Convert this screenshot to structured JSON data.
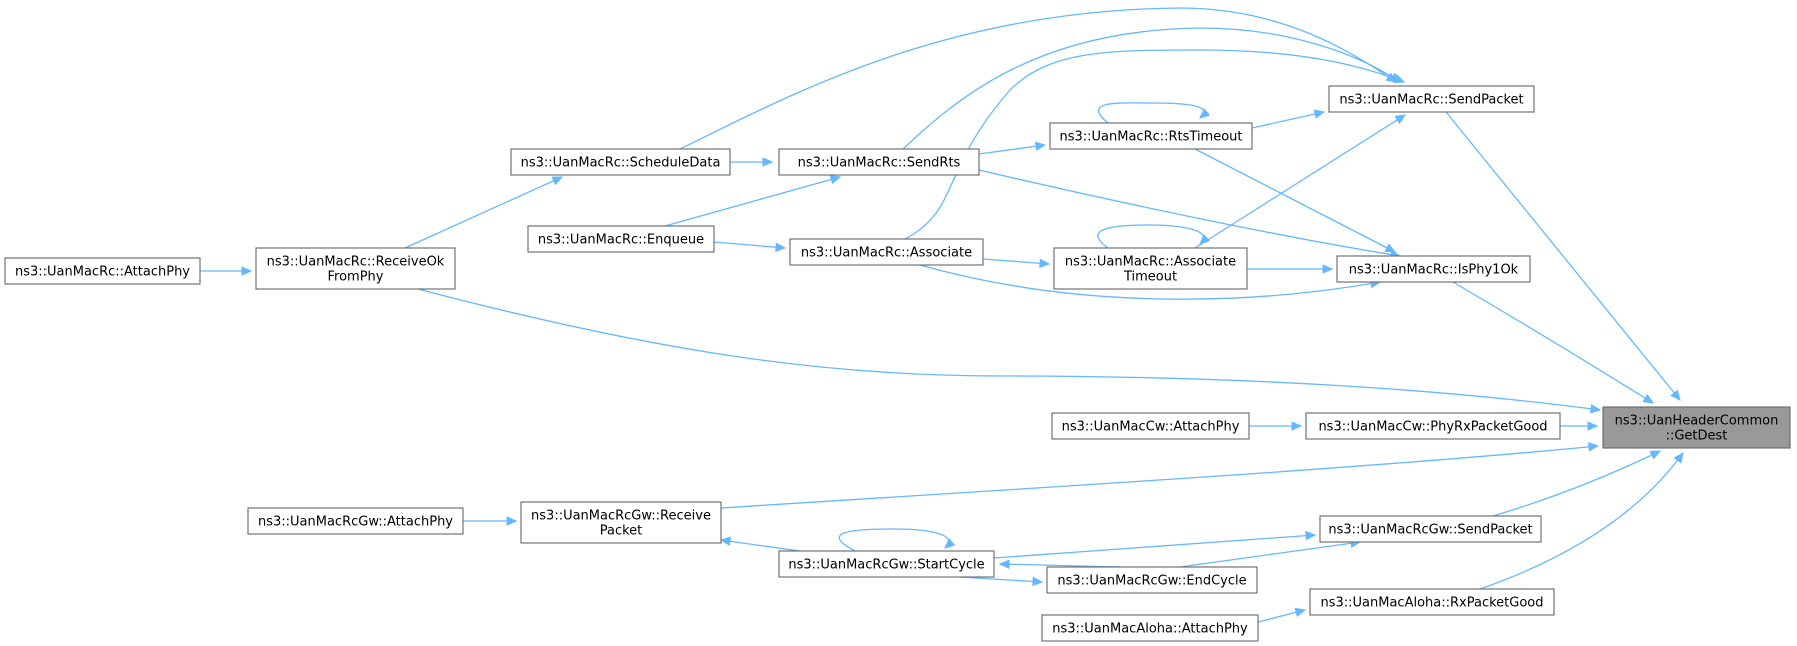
{
  "diagram": {
    "nodes": [
      {
        "id": "getdest",
        "lines": [
          "ns3::UanHeaderCommon",
          "::GetDest"
        ]
      },
      {
        "id": "sendpacket",
        "lines": [
          "ns3::UanMacRc::SendPacket"
        ]
      },
      {
        "id": "rtstimeout",
        "lines": [
          "ns3::UanMacRc::RtsTimeout"
        ]
      },
      {
        "id": "sendrts",
        "lines": [
          "ns3::UanMacRc::SendRts"
        ]
      },
      {
        "id": "scheduledata",
        "lines": [
          "ns3::UanMacRc::ScheduleData"
        ]
      },
      {
        "id": "enqueue",
        "lines": [
          "ns3::UanMacRc::Enqueue"
        ]
      },
      {
        "id": "associate",
        "lines": [
          "ns3::UanMacRc::Associate"
        ]
      },
      {
        "id": "assoctimeout",
        "lines": [
          "ns3::UanMacRc::Associate",
          "Timeout"
        ]
      },
      {
        "id": "isphy1ok",
        "lines": [
          "ns3::UanMacRc::IsPhy1Ok"
        ]
      },
      {
        "id": "receiveok",
        "lines": [
          "ns3::UanMacRc::ReceiveOk",
          "FromPhy"
        ]
      },
      {
        "id": "rcattach",
        "lines": [
          "ns3::UanMacRc::AttachPhy"
        ]
      },
      {
        "id": "cwattach",
        "lines": [
          "ns3::UanMacCw::AttachPhy"
        ]
      },
      {
        "id": "cwphyrx",
        "lines": [
          "ns3::UanMacCw::PhyRxPacketGood"
        ]
      },
      {
        "id": "gwattach",
        "lines": [
          "ns3::UanMacRcGw::AttachPhy"
        ]
      },
      {
        "id": "gwreceive",
        "lines": [
          "ns3::UanMacRcGw::Receive",
          "Packet"
        ]
      },
      {
        "id": "gwsendpacket",
        "lines": [
          "ns3::UanMacRcGw::SendPacket"
        ]
      },
      {
        "id": "gwstartcycle",
        "lines": [
          "ns3::UanMacRcGw::StartCycle"
        ]
      },
      {
        "id": "gwendcycle",
        "lines": [
          "ns3::UanMacRcGw::EndCycle"
        ]
      },
      {
        "id": "alohaattach",
        "lines": [
          "ns3::UanMacAloha::AttachPhy"
        ]
      },
      {
        "id": "alohirx",
        "lines": [
          "ns3::UanMacAloha::RxPacketGood"
        ]
      }
    ],
    "edges": [
      [
        "sendpacket",
        "getdest"
      ],
      [
        "isphy1ok",
        "getdest"
      ],
      [
        "receiveok",
        "getdest"
      ],
      [
        "cwphyrx",
        "getdest"
      ],
      [
        "gwreceive",
        "getdest"
      ],
      [
        "gwsendpacket",
        "getdest"
      ],
      [
        "alohirx",
        "getdest"
      ],
      [
        "rtstimeout",
        "sendpacket"
      ],
      [
        "scheduledata",
        "sendpacket"
      ],
      [
        "sendrts",
        "sendpacket"
      ],
      [
        "associate",
        "sendpacket"
      ],
      [
        "assoctimeout",
        "sendpacket"
      ],
      [
        "rtstimeout",
        "rtstimeout"
      ],
      [
        "sendrts",
        "rtstimeout"
      ],
      [
        "scheduledata",
        "sendrts"
      ],
      [
        "enqueue",
        "sendrts"
      ],
      [
        "receiveok",
        "scheduledata"
      ],
      [
        "enqueue",
        "associate"
      ],
      [
        "associate",
        "assoctimeout"
      ],
      [
        "assoctimeout",
        "assoctimeout"
      ],
      [
        "sendrts",
        "isphy1ok"
      ],
      [
        "rtstimeout",
        "isphy1ok"
      ],
      [
        "assoctimeout",
        "isphy1ok"
      ],
      [
        "associate",
        "isphy1ok"
      ],
      [
        "rcattach",
        "receiveok"
      ],
      [
        "cwattach",
        "cwphyrx"
      ],
      [
        "gwattach",
        "gwreceive"
      ],
      [
        "gwstartcycle",
        "gwreceive"
      ],
      [
        "gwstartcycle",
        "gwstartcycle"
      ],
      [
        "gwstartcycle",
        "gwsendpacket"
      ],
      [
        "gwendcycle",
        "gwsendpacket"
      ],
      [
        "gwendcycle",
        "gwstartcycle"
      ],
      [
        "gwstartcycle",
        "gwendcycle"
      ],
      [
        "alohaattach",
        "alohirx"
      ]
    ],
    "focus_node": "getdest",
    "colors": {
      "edge": "#63b8ff",
      "node_border": "#666666",
      "focus_fill": "#999999",
      "node_fill": "#ffffff"
    }
  }
}
